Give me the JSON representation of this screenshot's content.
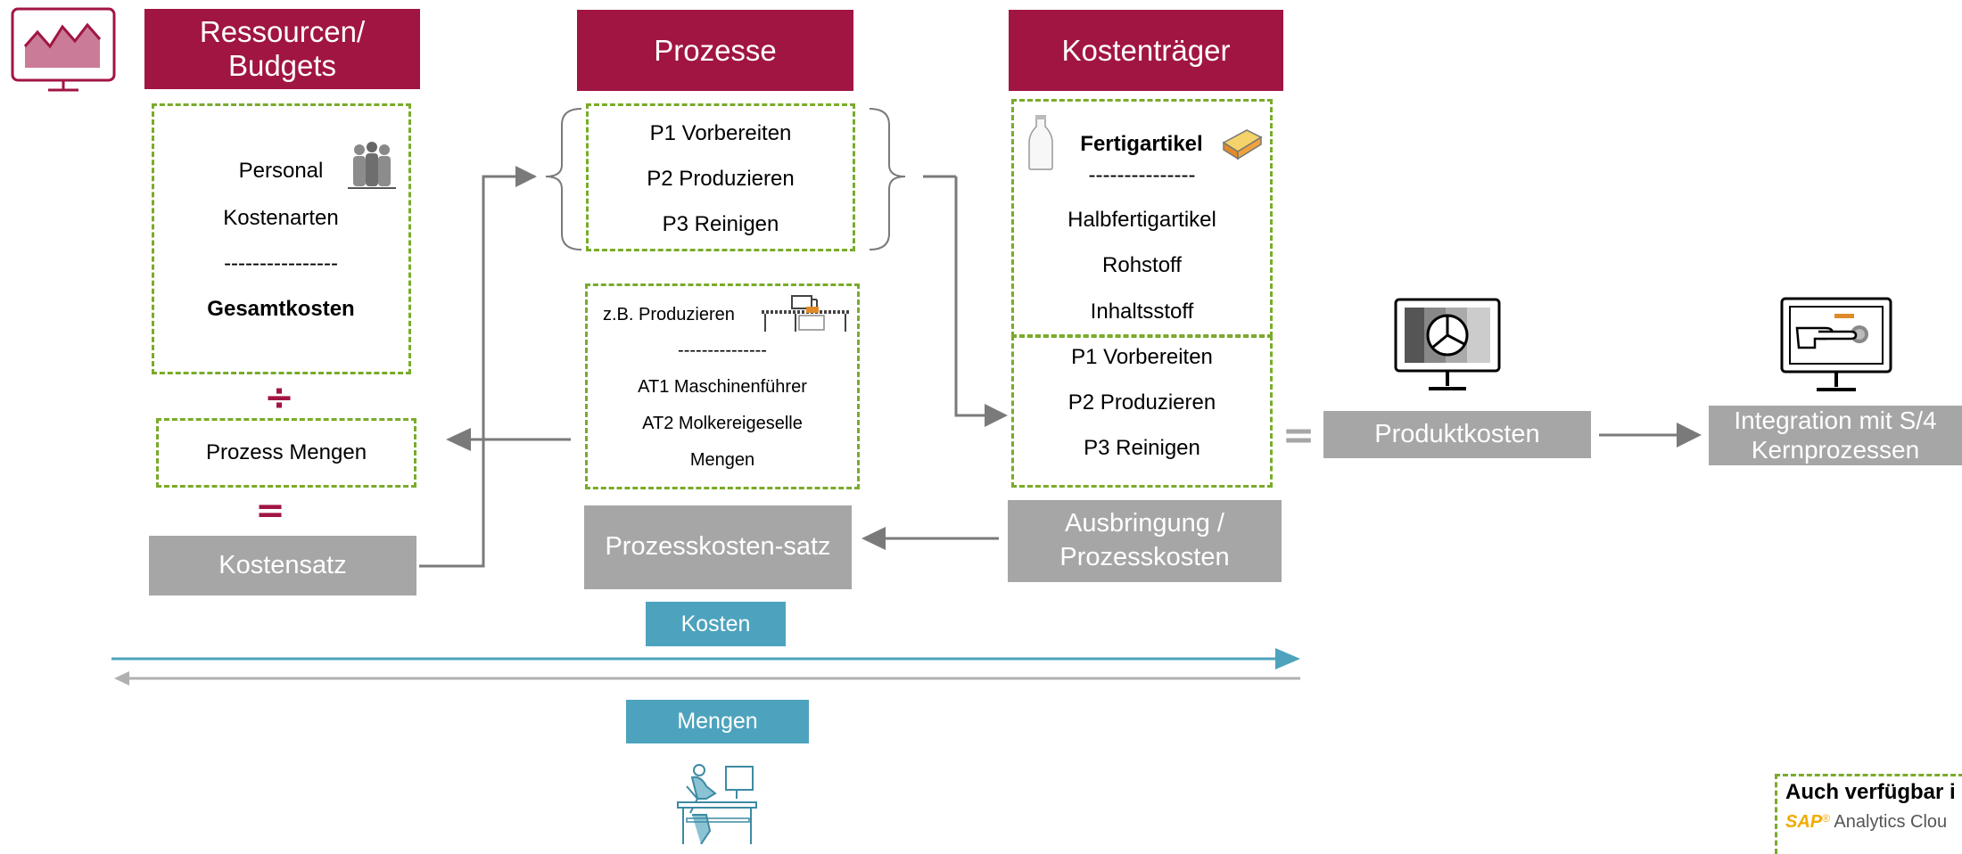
{
  "columns": {
    "ressourcen": {
      "title": "Ressourcen/ Budgets",
      "items": [
        "Personal",
        "Kostenarten",
        "----------------",
        "Gesamtkosten"
      ]
    },
    "prozesse": {
      "title": "Prozesse",
      "items": [
        "P1 Vorbereiten",
        "P2 Produzieren",
        "P3 Reinigen"
      ]
    },
    "kostentraeger": {
      "title": "Kostenträger",
      "items": [
        "Fertigartikel",
        "---------------",
        "Halbfertigartikel",
        "Rohstoff",
        "Inhaltsstoff"
      ],
      "processes": [
        "P1 Vorbereiten",
        "P2 Produzieren",
        "P3 Reinigen"
      ]
    }
  },
  "activities": {
    "example": "z.B. Produzieren",
    "divider": "---------------",
    "items": [
      "AT1 Maschinenführer",
      "AT2 Molkereigeselle",
      "Mengen"
    ]
  },
  "boxes": {
    "prozess_mengen": "Prozess Mengen",
    "kostensatz": "Kostensatz",
    "prozesskostensatz": "Prozesskosten-satz",
    "ausbringung": "Ausbringung / Prozesskosten",
    "produktkosten": "Produktkosten",
    "integration": "Integration mit S/4 Kernprozessen"
  },
  "symbols": {
    "divide": "÷",
    "equals_small": "=",
    "equals_big": "="
  },
  "flow": {
    "kosten": "Kosten",
    "mengen": "Mengen"
  },
  "sac_badge": {
    "title": "Auch verfügbar i",
    "logo_sap": "SAP",
    "logo_text": "Analytics Clou"
  },
  "icons": [
    "analytics-monitor-icon",
    "people-icon",
    "milk-bottle-icon",
    "butter-package-icon",
    "conveyor-icon",
    "pie-chart-monitor-icon",
    "touch-monitor-icon",
    "worker-desk-icon"
  ],
  "colors": {
    "maroon": "#a11542",
    "grey": "#a6a6a6",
    "teal": "#4da3bd",
    "green_dash": "#7aab2a"
  }
}
